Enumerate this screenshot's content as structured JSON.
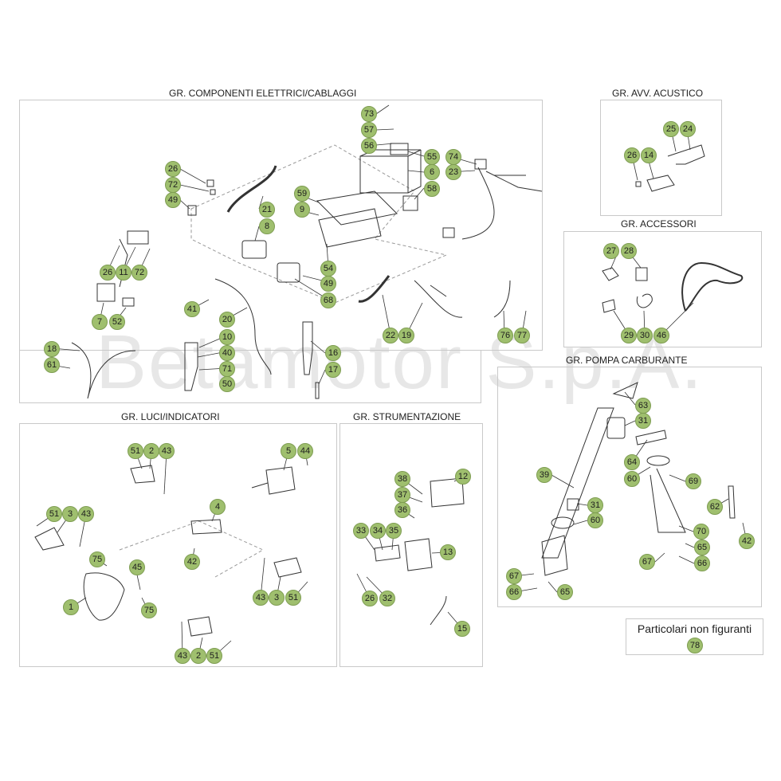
{
  "groups": {
    "electrical": "GR. COMPONENTI ELETTRICI/CABLAGGI",
    "horn": "GR. AVV. ACUSTICO",
    "accessories": "GR. ACCESSORI",
    "fuel_pump": "GR. POMPA CARBURANTE",
    "lights": "GR. LUCI/INDICATORI",
    "instruments": "GR. STRUMENTAZIONE"
  },
  "note": {
    "label": "Particolari non figuranti",
    "number": "78"
  },
  "watermark": "Betamotor S.p.A.",
  "colors": {
    "badge_fill": "#9fbf6e",
    "badge_stroke": "#7e9d52",
    "box_border": "#c9c9c9",
    "line": "#333333"
  },
  "callouts": {
    "electrical": [
      "73",
      "57",
      "56",
      "55",
      "74",
      "23",
      "6",
      "58",
      "59",
      "9",
      "26",
      "72",
      "49",
      "21",
      "8",
      "26",
      "11",
      "72",
      "7",
      "52",
      "54",
      "49",
      "68",
      "41",
      "20",
      "10",
      "40",
      "71",
      "50",
      "18",
      "61",
      "16",
      "17",
      "22",
      "19",
      "76",
      "77"
    ],
    "horn": [
      "25",
      "24",
      "26",
      "14"
    ],
    "accessories": [
      "27",
      "28",
      "29",
      "30",
      "46"
    ],
    "fuel_pump": [
      "63",
      "31",
      "64",
      "60",
      "69",
      "39",
      "31",
      "60",
      "62",
      "70",
      "65",
      "42",
      "67",
      "66",
      "67",
      "66",
      "65"
    ],
    "lights": [
      "51",
      "2",
      "43",
      "5",
      "44",
      "4",
      "51",
      "3",
      "43",
      "75",
      "45",
      "42",
      "1",
      "75",
      "43",
      "3",
      "51",
      "43",
      "2",
      "51"
    ],
    "instruments": [
      "38",
      "12",
      "37",
      "36",
      "33",
      "34",
      "35",
      "13",
      "26",
      "32",
      "15"
    ]
  }
}
